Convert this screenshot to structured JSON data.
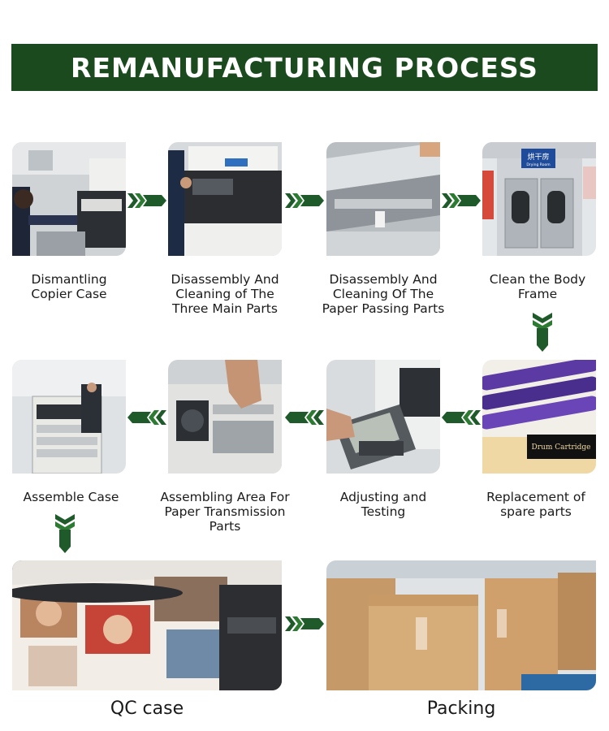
{
  "header": {
    "title": "REMANUFACTURING PROCESS"
  },
  "colors": {
    "banner": "#1b4a1f",
    "arrow_dark": "#1f5a2a",
    "arrow_light": "#3a8a3e"
  },
  "steps": [
    {
      "label_lines": [
        "Dismantling",
        "Copier Case"
      ]
    },
    {
      "label_lines": [
        "Disassembly And",
        "Cleaning of The",
        "Three Main Parts"
      ]
    },
    {
      "label_lines": [
        "Disassembly And",
        "Cleaning Of The",
        "Paper Passing Parts"
      ]
    },
    {
      "label_lines": [
        "Clean the Body",
        "Frame"
      ],
      "sign_text": "烘干房",
      "sign_sub": "Drying Room"
    },
    {
      "label_lines": [
        "Replacement of",
        "spare parts"
      ],
      "box_text": "Drum Cartridge"
    },
    {
      "label_lines": [
        "Adjusting and",
        "Testing"
      ]
    },
    {
      "label_lines": [
        "Assembling Area For",
        "Paper Transmission",
        "Parts"
      ]
    },
    {
      "label_lines": [
        "Assemble Case"
      ]
    },
    {
      "label_lines": [
        "QC case"
      ]
    },
    {
      "label_lines": [
        "Packing"
      ]
    }
  ]
}
